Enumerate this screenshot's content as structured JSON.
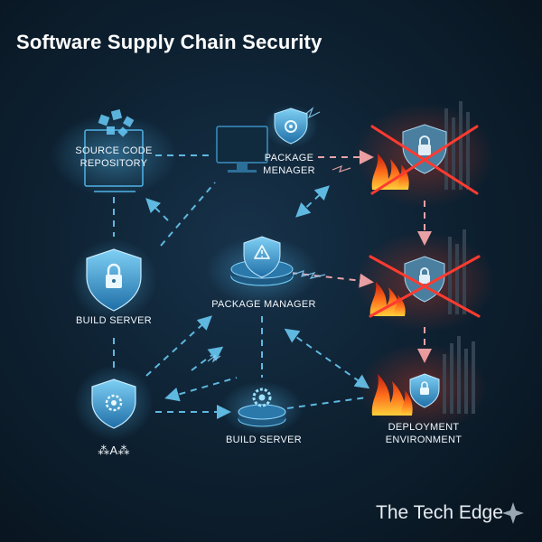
{
  "title": "Software Supply Chain Security",
  "nodes": {
    "source_repo": {
      "line1": "SOURCE CODE",
      "line2": "REPOSITORY"
    },
    "package_menager": {
      "line1": "PACKAGE",
      "line2": "MENAGER"
    },
    "build_server_left": {
      "label": "BUILD SERVER"
    },
    "package_manager_center": {
      "label": "PACKAGE MANAGER"
    },
    "build_server_bottom": {
      "label": "BUILD SERVER"
    },
    "deployment_env": {
      "line1": "DEPLOYMENT",
      "line2": "ENVIRONMENT"
    },
    "garbled": {
      "label": "⁂A⁂"
    }
  },
  "brand": {
    "name": "The Tech Edge"
  },
  "colors": {
    "background": "#0b1824",
    "accent_blue": "#4fb3e6",
    "danger_red": "#ff3b30",
    "fire_orange": "#ff7a1a"
  },
  "icons": [
    "shield-lock-icon",
    "shield-gear-icon",
    "shield-warning-icon",
    "monitor-icon",
    "gear-icon",
    "cross-mark-icon",
    "sparkle-icon"
  ]
}
